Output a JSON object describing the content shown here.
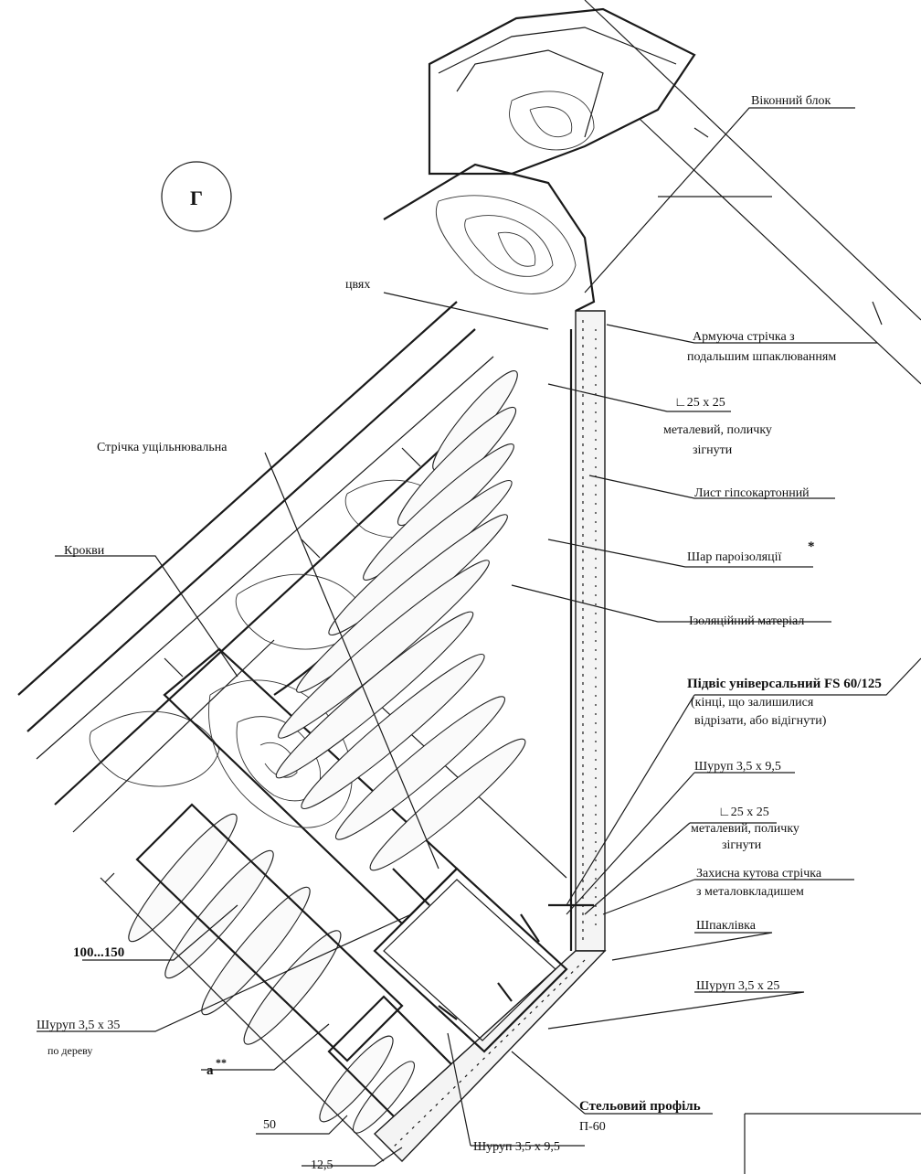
{
  "section_mark": "Г",
  "labels": {
    "window_block": "Віконний блок",
    "nail": "цвях",
    "reinforcing_tape_1": "Армуюча стрічка з",
    "reinforcing_tape_2": "подальшим шпаклюванням",
    "angle_top_1": "∟25 х 25",
    "angle_top_2": "металевий, поличку",
    "angle_top_3": "зігнути",
    "sealing_tape": "Стрічка ущільнювальна",
    "gypsum_sheet": "Лист гіпсокартонний",
    "vapor_layer": "Шар пароізоляції",
    "vapor_mark": "*",
    "rafters": "Крокви",
    "insulation": "Ізоляційний матеріал",
    "hanger_1": "Підвіс універсальний FS 60/125",
    "hanger_2": "(кінці, що залишилися",
    "hanger_3": "відрізати, або відігнути)",
    "screw_95_top": "Шуруп 3,5 х 9,5",
    "angle_bot_1": "∟25 х 25",
    "angle_bot_2": "металевий, поличку",
    "angle_bot_3": "зігнути",
    "corner_tape_1": "Захисна кутова стрічка",
    "corner_tape_2": "з металовкладишем",
    "putty": "Шпаклівка",
    "screw_25": "Шуруп 3,5 х 25",
    "screw_35_1": "Шуруп 3,5 х 35",
    "screw_35_2": "по дереву",
    "ceiling_profile_1": "Стельовий профіль",
    "ceiling_profile_2": "П-60",
    "screw_95_bot": "Шуруп 3,5 х 9,5"
  },
  "dimensions": {
    "d1": "100...150",
    "d2": "a",
    "d2_mark": "**",
    "d3": "50",
    "d4": "12,5"
  }
}
